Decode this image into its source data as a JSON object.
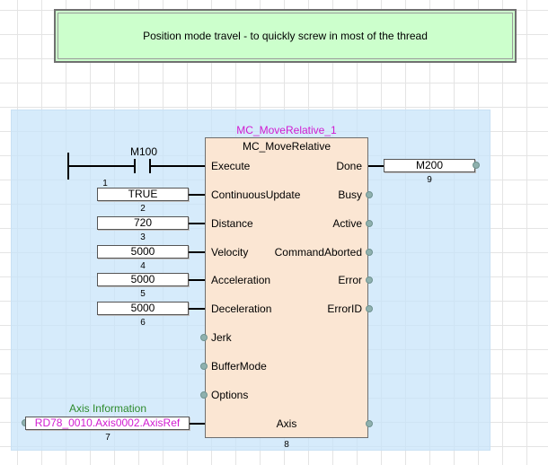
{
  "comment": {
    "text": "Position mode travel - to quickly screw in most of the thread"
  },
  "fb": {
    "instance": "MC_MoveRelative_1",
    "type": "MC_MoveRelative",
    "number": "8",
    "inputs": {
      "execute": "Execute",
      "continuous_update": "ContinuousUpdate",
      "distance": "Distance",
      "velocity": "Velocity",
      "acceleration": "Acceleration",
      "deceleration": "Deceleration",
      "jerk": "Jerk",
      "buffer_mode": "BufferMode",
      "options": "Options"
    },
    "outputs": {
      "done": "Done",
      "busy": "Busy",
      "active": "Active",
      "command_aborted": "CommandAborted",
      "error": "Error",
      "error_id": "ErrorID",
      "axis": "Axis"
    }
  },
  "contact": {
    "label": "M100",
    "index": "1"
  },
  "values": {
    "continuous_update": {
      "value": "TRUE",
      "index": "2"
    },
    "distance": {
      "value": "720",
      "index": "3"
    },
    "velocity": {
      "value": "5000",
      "index": "4"
    },
    "acceleration": {
      "value": "5000",
      "index": "5"
    },
    "deceleration": {
      "value": "5000",
      "index": "6"
    }
  },
  "axis_var": {
    "comment": "Axis Information",
    "value": "RD78_0010.Axis0002.AxisRef",
    "index": "7"
  },
  "done_var": {
    "value": "M200",
    "index": "9"
  },
  "colors": {
    "comment_bg": "#ccffcc",
    "fb_area_bg": "#c8e4fa",
    "fb_body_bg": "#fbe6d3",
    "instance_name": "#d11bd1",
    "axis_comment": "#2e8b2e",
    "pin_dot": "#8fb1ae"
  }
}
